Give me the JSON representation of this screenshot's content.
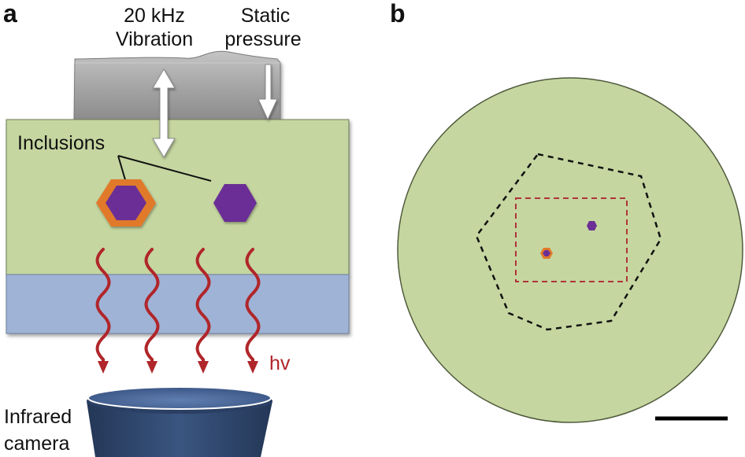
{
  "panel_a": {
    "label": "a",
    "vibration": [
      "20 kHz",
      "Vibration"
    ],
    "pressure": [
      "Static",
      "pressure"
    ],
    "inclusions": "Inclusions",
    "hv": "hv",
    "camera": [
      "Infrared",
      "camera"
    ]
  },
  "panel_b": {
    "label": "b"
  },
  "colors": {
    "sample_green": "#c5d6a0",
    "layer_blue": "#9fb3d6",
    "horn_gray": "#a3a3a3",
    "inclusion_purple": "#6b2f96",
    "inclusion_rim_orange": "#e07a2b",
    "heat_wave_red": "#b0262a",
    "camera_navy": "#2e4468",
    "roi_box_red": "#b0343a"
  }
}
